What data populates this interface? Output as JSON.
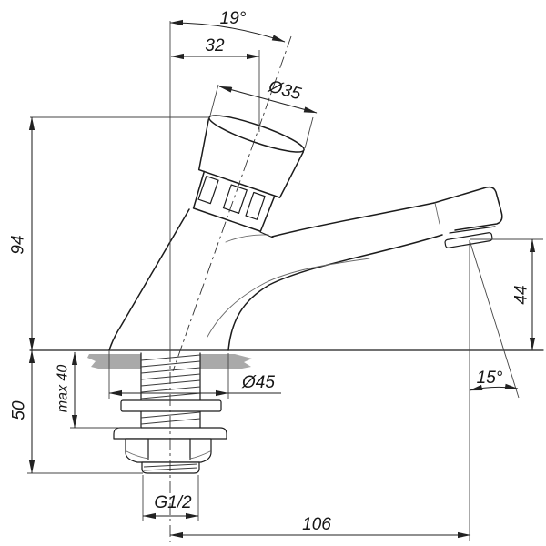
{
  "drawing": {
    "dimensions": {
      "handle_angle": "19°",
      "handle_offset": "32",
      "handle_diameter": "Ø35",
      "body_height": "94",
      "max_deck_thickness": "max 40",
      "below_deck_height": "50",
      "base_diameter": "Ø45",
      "outlet_height": "44",
      "outlet_angle": "15°",
      "thread_size": "G1/2",
      "spout_reach": "106"
    },
    "colors": {
      "line": "#1c1c1c",
      "deck_fill": "#a9a9a9",
      "background": "#ffffff"
    }
  }
}
